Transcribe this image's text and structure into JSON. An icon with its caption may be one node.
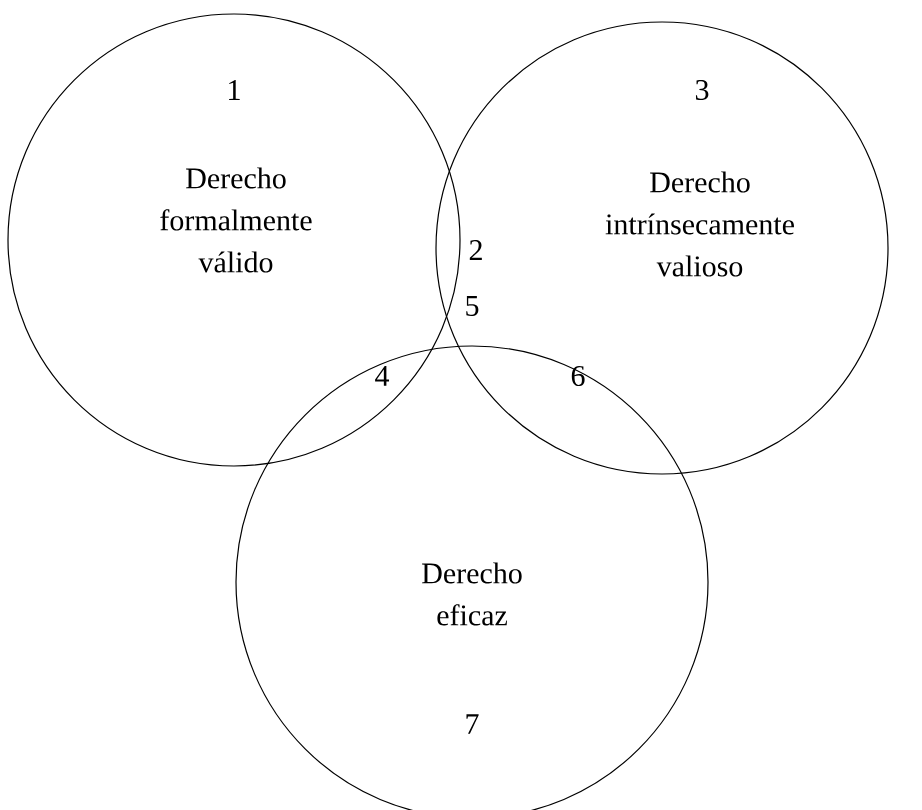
{
  "diagram": {
    "nodes": [
      {
        "text": [
          "Derecho formalmente válido"
        ]
      },
      {
        "text": [
          "Derecho intrínsecamente valioso"
        ]
      },
      {
        "text": [
          "Derecho eficaz"
        ]
      }
    ],
    "edges": [],
    "labels": [
      "1",
      "3",
      "2",
      "5",
      "4",
      "6",
      "7"
    ]
  }
}
